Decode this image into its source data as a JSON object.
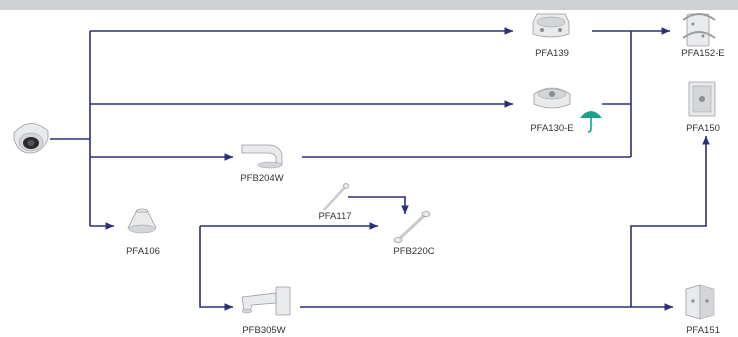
{
  "colors": {
    "line": "#2b2f7a",
    "header_bar": "#cfd0d2",
    "device": "#e9eaec",
    "device_stroke": "#9a9ca0",
    "umbrella": "#1aa38a"
  },
  "nodes": {
    "camera": {
      "label": "",
      "icon": "dome-camera-icon"
    },
    "pfa139": {
      "label": "PFA139",
      "icon": "junction-box-icon"
    },
    "pfa152e": {
      "label": "PFA152-E",
      "icon": "pole-mount-icon"
    },
    "pfa130e": {
      "label": "PFA130-E",
      "icon": "waterproof-junction-box-icon"
    },
    "pfa150": {
      "label": "PFA150",
      "icon": "corner-mount-plate-icon"
    },
    "pfb204w": {
      "label": "PFB204W",
      "icon": "wall-mount-bracket-icon"
    },
    "pfa117": {
      "label": "PFA117",
      "icon": "extension-pole-icon"
    },
    "pfa106": {
      "label": "PFA106",
      "icon": "pendant-adapter-icon"
    },
    "pfb220c": {
      "label": "PFB220C",
      "icon": "ceiling-mount-pole-icon"
    },
    "pfb305w": {
      "label": "PFB305W",
      "icon": "wall-arm-bracket-icon"
    },
    "pfa151": {
      "label": "PFA151",
      "icon": "corner-bracket-icon"
    }
  }
}
